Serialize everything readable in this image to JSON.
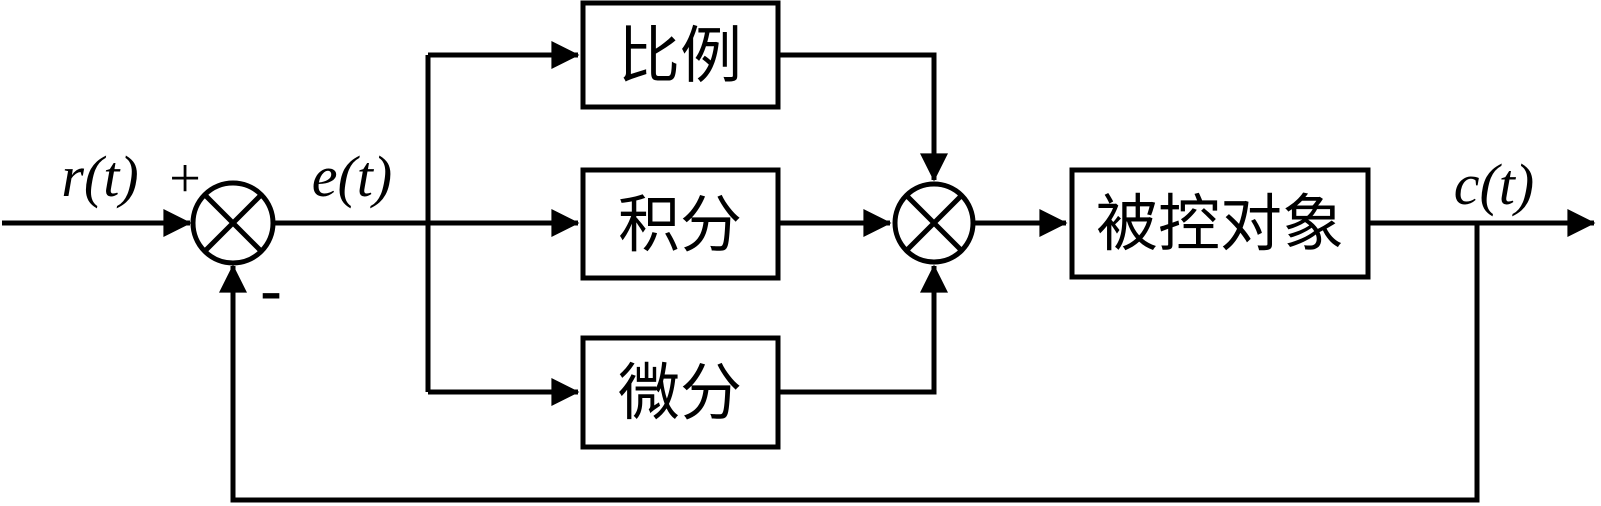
{
  "diagram": {
    "background_color": "#ffffff",
    "line_color": "#000000",
    "signals": {
      "reference": "r(t)",
      "error": "e(t)",
      "output": "c(t)"
    },
    "junction_signs": {
      "input_positive": "+",
      "feedback_negative": "-"
    },
    "blocks": {
      "proportional": "比例",
      "integral": "积分",
      "derivative": "微分",
      "plant": "被控对象"
    }
  }
}
